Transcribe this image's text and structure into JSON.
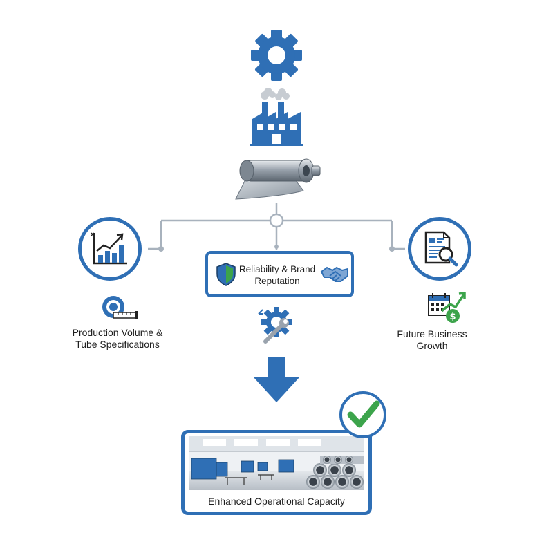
{
  "nodes": {
    "left_label": "Production Volume &\nTube Specifications",
    "right_label": "Future Business\nGrowth",
    "center_label": "Reliability & Brand\nReputation",
    "final_label": "Enhanced Operational Capacity"
  },
  "icons": [
    "gear-icon",
    "factory-icon",
    "steel-coil-icon",
    "growth-chart-icon",
    "tape-measure-icon",
    "shield-icon",
    "handshake-icon",
    "gear-wrench-icon",
    "document-search-icon",
    "calendar-growth-icon",
    "down-arrow-icon",
    "checkmark-icon"
  ],
  "colors": {
    "primary": "#2f6fb5",
    "connector": "#a8b2bd",
    "check": "#3ca44b"
  }
}
